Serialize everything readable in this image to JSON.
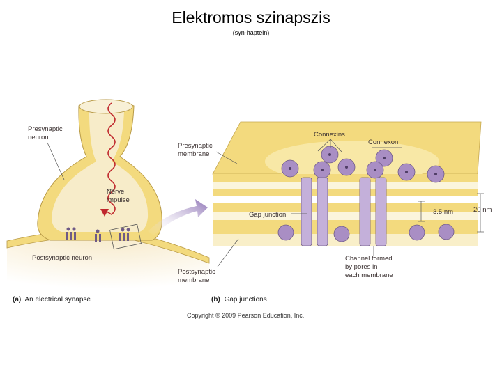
{
  "header": {
    "title": "Elektromos szinapszis",
    "subtitle": "(syn-haptein)"
  },
  "panel_a": {
    "labels": {
      "presynaptic_neuron_1": "Presynaptic",
      "presynaptic_neuron_2": "neuron",
      "nerve_impulse_1": "Nerve",
      "nerve_impulse_2": "impulse",
      "postsynaptic_neuron": "Postsynaptic neuron"
    },
    "caption_letter": "(a)",
    "caption_text": "An electrical synapse"
  },
  "panel_b": {
    "labels": {
      "connexins": "Connexins",
      "connexon": "Connexon",
      "presynaptic_membrane_1": "Presynaptic",
      "presynaptic_membrane_2": "membrane",
      "gap_junction": "Gap junction",
      "distance_small": "3.5 nm",
      "distance_large": "20 nm",
      "channel_1": "Channel formed",
      "channel_2": "by pores in",
      "channel_3": "each membrane",
      "postsynaptic_membrane_1": "Postsynaptic",
      "postsynaptic_membrane_2": "membrane"
    },
    "caption_letter": "(b)",
    "caption_text": "Gap junctions"
  },
  "copyright": "Copyright © 2009 Pearson Education, Inc.",
  "colors": {
    "membrane_yellow": "#f3da7e",
    "cytoplasm_cream": "#f7ecc9",
    "protein_purple": "#a98ec4",
    "arrow_purple": "#8d72b5",
    "impulse_red": "#c0282d"
  }
}
